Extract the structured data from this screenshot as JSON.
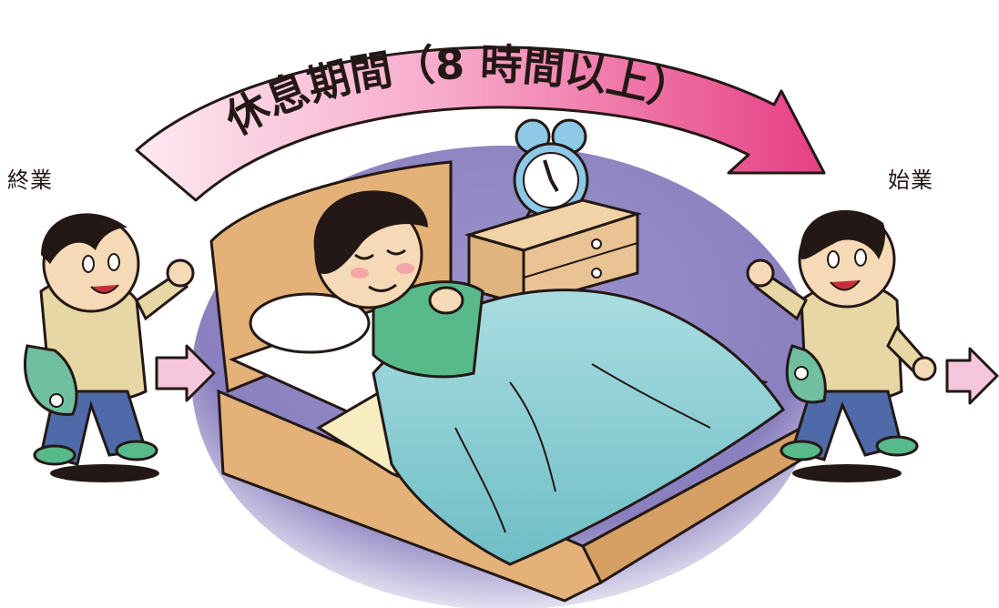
{
  "banner": {
    "text": "休息期間（8 時間以上）"
  },
  "labels": {
    "left": "終業",
    "right": "始業"
  },
  "colors": {
    "background_oval": "#8f86c2",
    "banner_pink": "#e9508e",
    "banner_light": "#fbe3ee",
    "blanket": "#7fc9cf",
    "bed_wood": "#e4b179",
    "shirt": "#e7d7a4",
    "pants": "#4f6aa8",
    "sleeper_pajama": "#58b98a",
    "arrow_pink": "#f6c7dc"
  },
  "icons": [
    "alarm-clock-icon",
    "right-arrow-icon"
  ]
}
